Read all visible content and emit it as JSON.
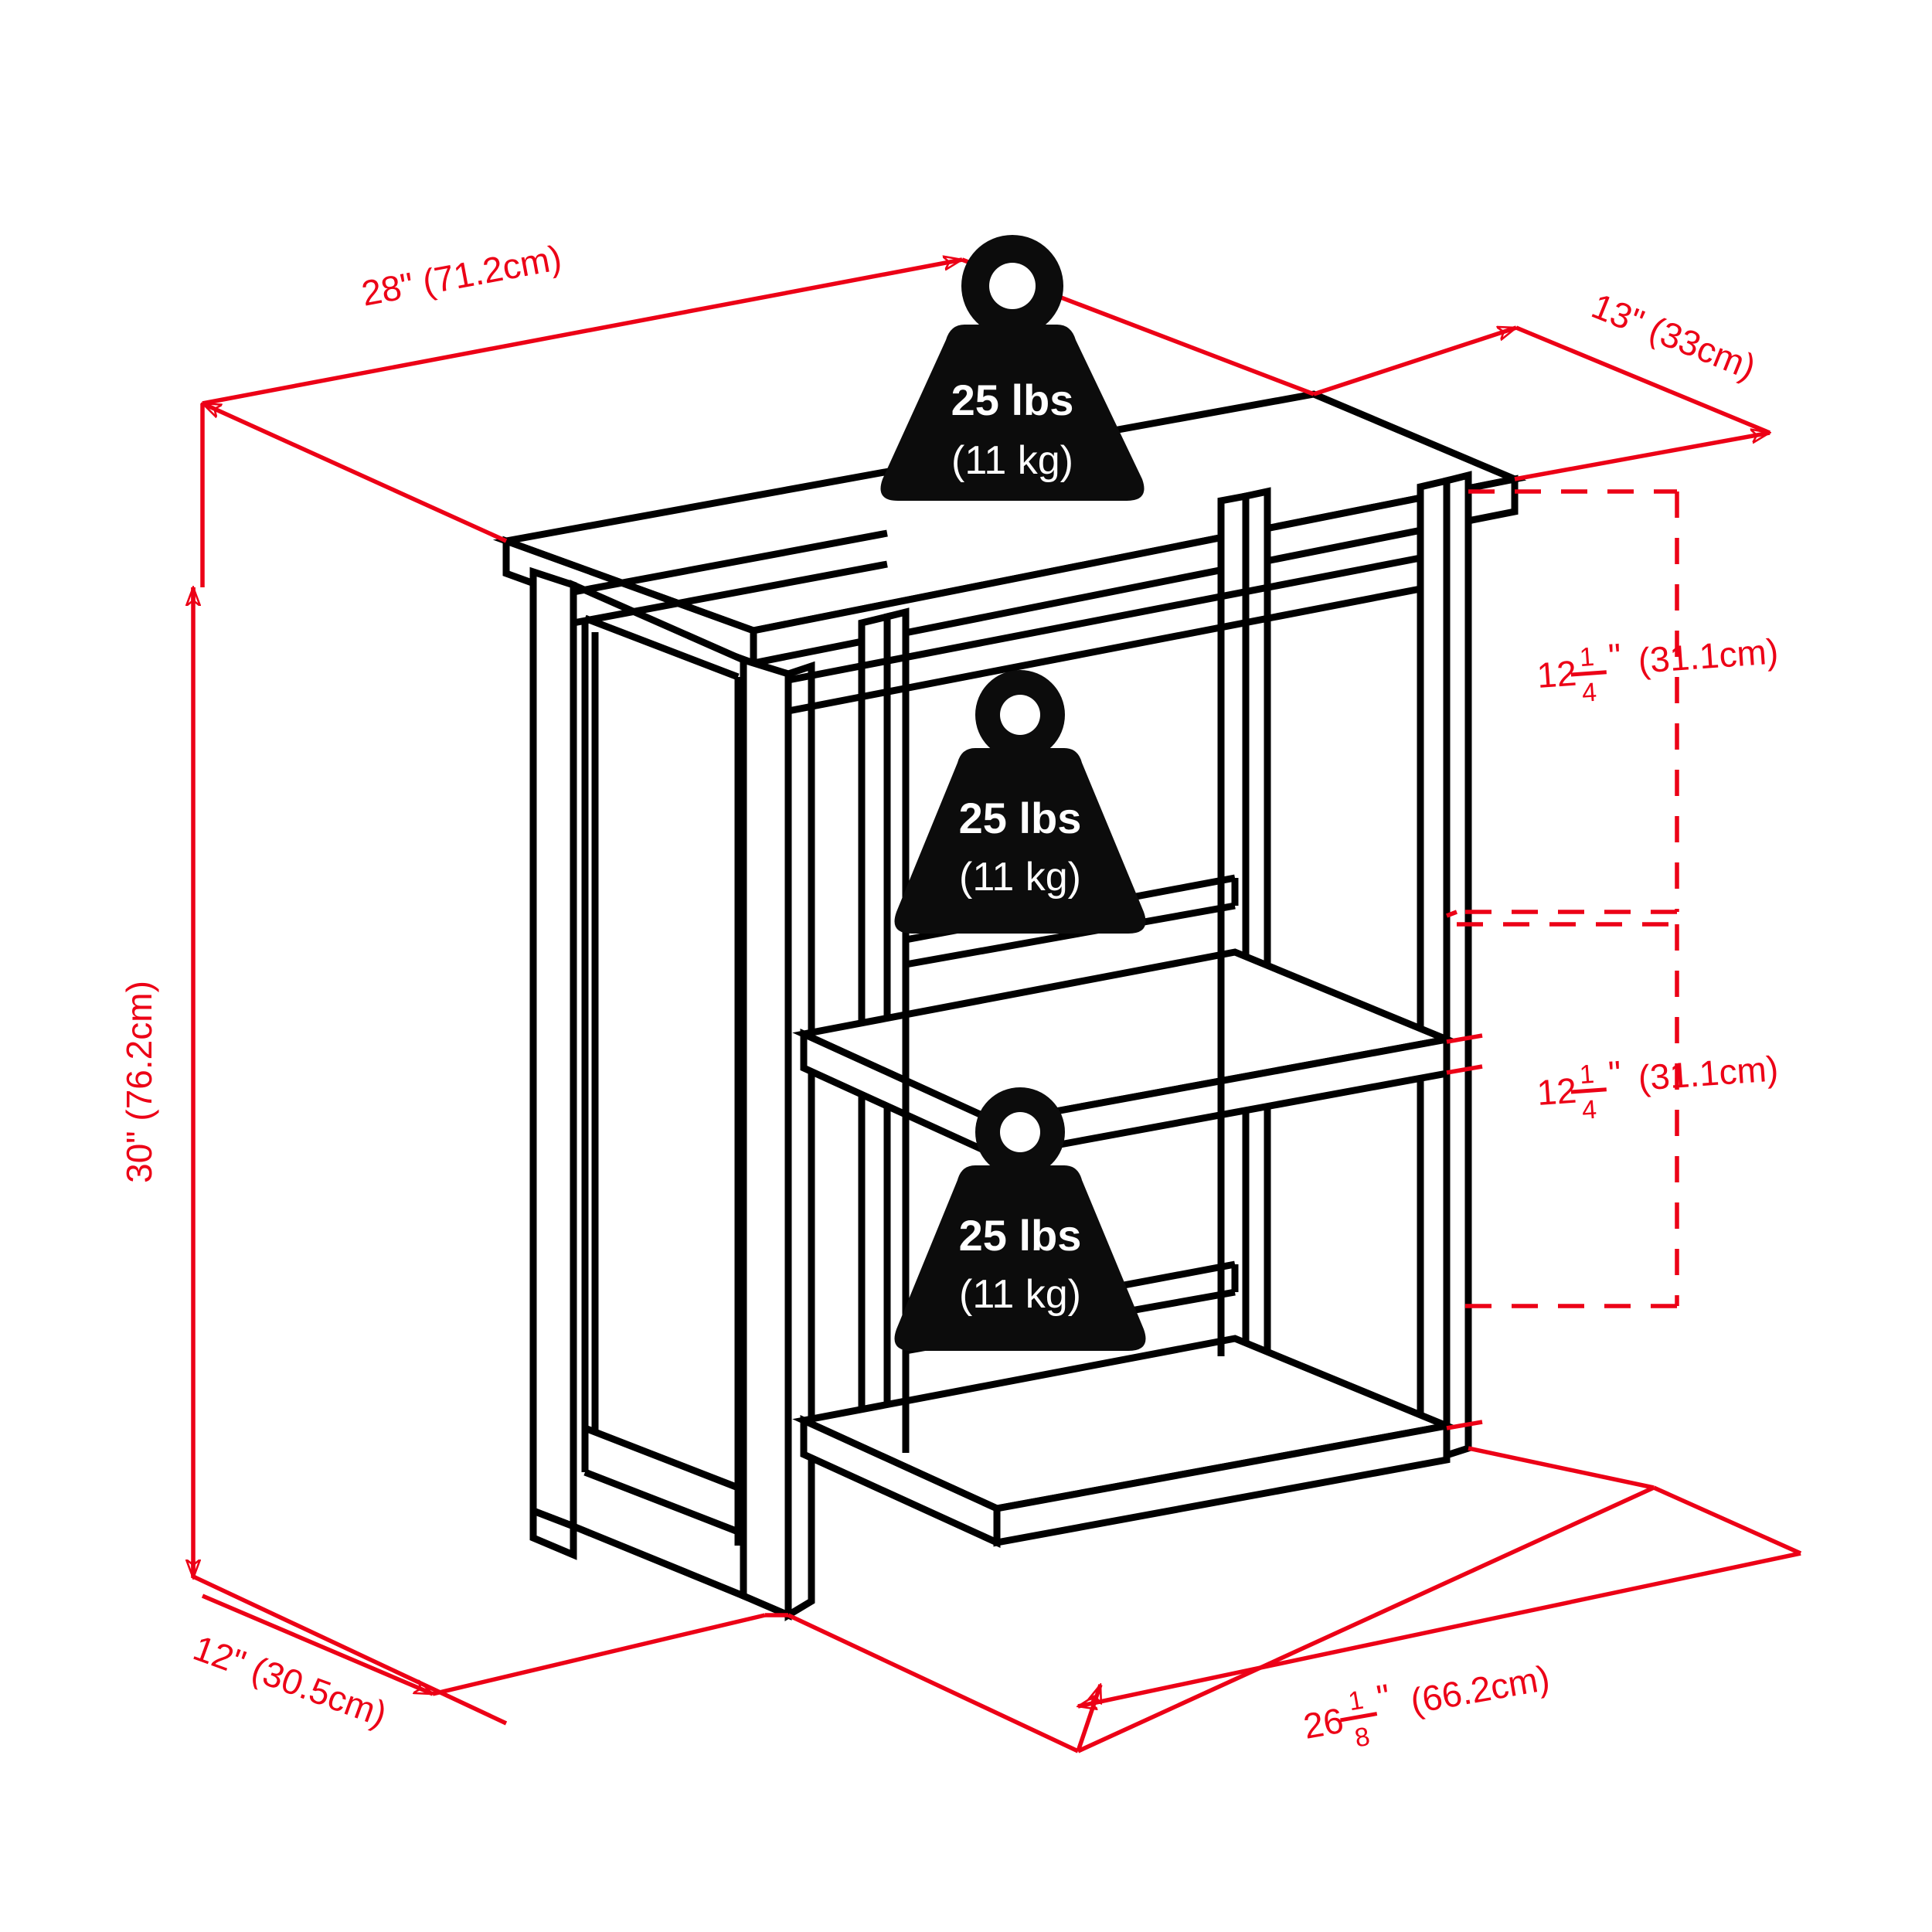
{
  "diagram": {
    "title": "3-Tier Bookshelf Dimension Diagram",
    "product": "open bookshelf",
    "line_color": "#000000",
    "dimension_color": "#ec0016",
    "background": "#ffffff",
    "icon_color": "#0c0c0c",
    "icon_text_color": "#ffffff"
  },
  "dimensions": {
    "top_width": {
      "label": "28\"  (71.2cm)",
      "inches": "28\"",
      "metric": "(71.2cm)",
      "name": "overall-top-width"
    },
    "top_depth": {
      "label": "13\"  (33cm)",
      "inches": "13\"",
      "metric": "(33cm)",
      "name": "overall-top-depth"
    },
    "overall_height": {
      "label": "30\" (76.2cm)",
      "inches": "30\"",
      "metric": "(76.2cm)",
      "name": "overall-height"
    },
    "shelf_gap_upper": {
      "whole": "12",
      "numerator": "1",
      "denominator": "4",
      "unit": "\"",
      "metric": "(31.1cm)",
      "label": "12 1/4\" (31.1cm)",
      "name": "upper-shelf-clearance"
    },
    "shelf_gap_lower": {
      "whole": "12",
      "numerator": "1",
      "denominator": "4",
      "unit": "\"",
      "metric": "(31.1cm)",
      "label": "12 1/4\" (31.1cm)",
      "name": "lower-shelf-clearance"
    },
    "base_depth": {
      "label": "12\" (30.5cm)",
      "inches": "12\"",
      "metric": "(30.5cm)",
      "name": "base-depth"
    },
    "base_width": {
      "whole": "26",
      "numerator": "1",
      "denominator": "8",
      "unit": "\"",
      "metric": "(66.2cm)",
      "label": "26 1/8\" (66.2cm)",
      "name": "base-width"
    }
  },
  "weight_labels": [
    {
      "position": "top",
      "lbs": "25 lbs",
      "kg": "(11 kg)"
    },
    {
      "position": "middle-shelf",
      "lbs": "25 lbs",
      "kg": "(11 kg)"
    },
    {
      "position": "bottom-shelf",
      "lbs": "25 lbs",
      "kg": "(11 kg)"
    }
  ]
}
